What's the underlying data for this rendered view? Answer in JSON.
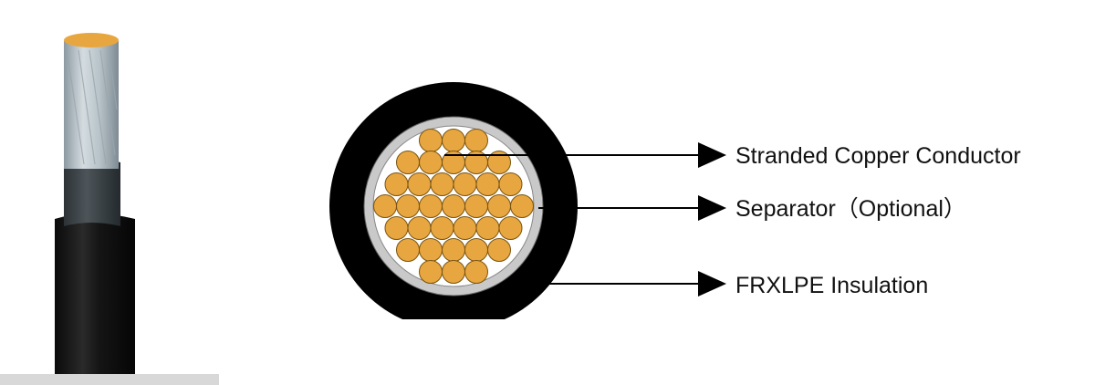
{
  "labels": {
    "conductor": "Stranded Copper Conductor",
    "separator": "Separator（Optional）",
    "insulation": "FRXLPE Insulation"
  },
  "colors": {
    "copper": "#E8A640",
    "copper_outline": "#7A5410",
    "separator": "#C9C9C9",
    "insulation": "#000000",
    "conductor_photo": "#B8C4CB",
    "inner_sheath_photo": "#3E4549",
    "outer_sheath_photo": "#111111"
  }
}
